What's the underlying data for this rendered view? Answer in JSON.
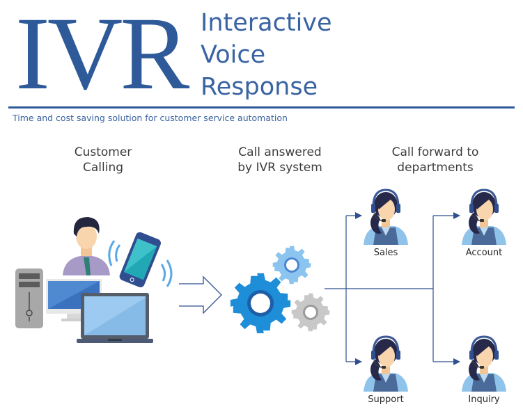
{
  "header": {
    "acronym": "IVR",
    "title_lines": [
      "Interactive",
      "Voice",
      "Response"
    ],
    "subtitle": "Time and cost saving solution for customer service automation"
  },
  "stages": [
    {
      "line1": "Customer",
      "line2": "Calling"
    },
    {
      "line1": "Call answered",
      "line2": "by IVR system"
    },
    {
      "line1": "Call forward to",
      "line2": "departments"
    }
  ],
  "departments": [
    "Sales",
    "Account",
    "Support",
    "Inquiry"
  ],
  "icons": {
    "caller": "customer-with-devices-icon",
    "ivr": "gears-icon",
    "agent": "call-center-agent-icon"
  },
  "colors": {
    "brand_blue": "#2f5a99",
    "gear_blue": "#1e8ed8",
    "gear_light": "#8cc4f0",
    "gear_gray": "#c8c8c8",
    "connector": "#2f4f8f"
  }
}
